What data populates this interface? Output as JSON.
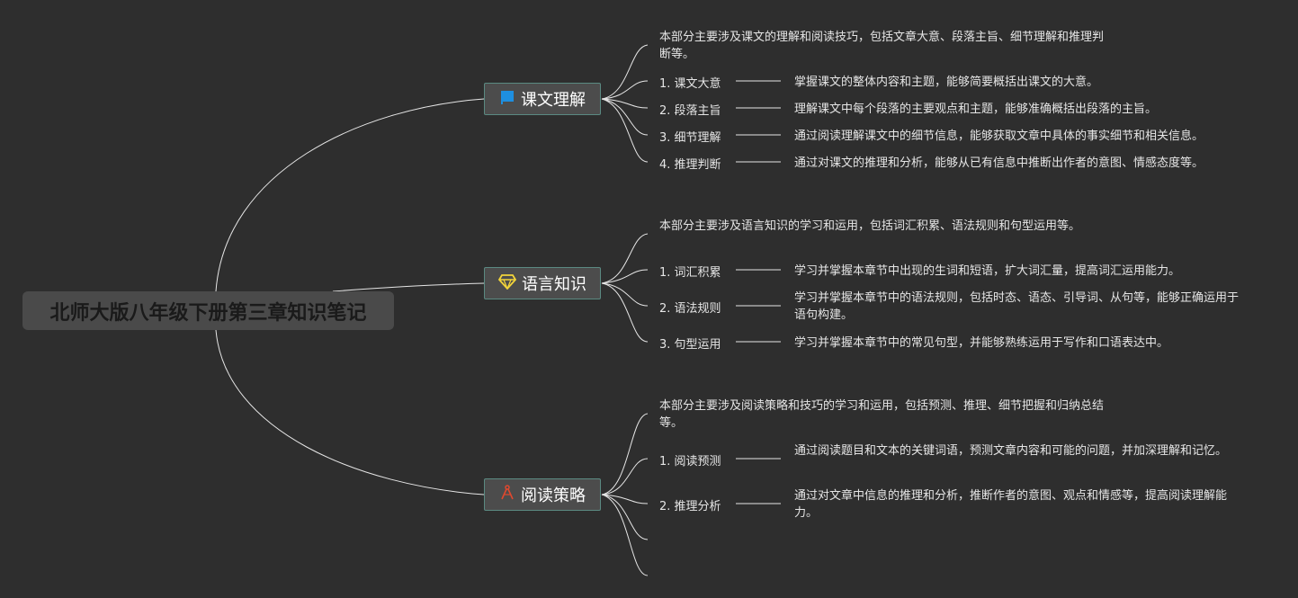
{
  "root": {
    "title": "北师大版八年级下册第三章知识笔记"
  },
  "branches": [
    {
      "label": "课文理解",
      "icon": "flag-icon",
      "icon_color": "#1e8fe0",
      "description": "本部分主要涉及课文的理解和阅读技巧，包括文章大意、段落主旨、细节理解和推理判断等。",
      "children": [
        {
          "label": "1. 课文大意",
          "note": "掌握课文的整体内容和主题，能够简要概括出课文的大意。"
        },
        {
          "label": "2. 段落主旨",
          "note": "理解课文中每个段落的主要观点和主题，能够准确概括出段落的主旨。"
        },
        {
          "label": "3. 细节理解",
          "note": "通过阅读理解课文中的细节信息，能够获取文章中具体的事实细节和相关信息。"
        },
        {
          "label": "4. 推理判断",
          "note": "通过对课文的推理和分析，能够从已有信息中推断出作者的意图、情感态度等。"
        }
      ]
    },
    {
      "label": "语言知识",
      "icon": "diamond-icon",
      "icon_color": "#f2d43a",
      "description": "本部分主要涉及语言知识的学习和运用，包括词汇积累、语法规则和句型运用等。",
      "children": [
        {
          "label": "1. 词汇积累",
          "note": "学习并掌握本章节中出现的生词和短语，扩大词汇量，提高词汇运用能力。"
        },
        {
          "label": "2. 语法规则",
          "note": "学习并掌握本章节中的语法规则，包括时态、语态、引导词、从句等，能够正确运用于语句构建。"
        },
        {
          "label": "3. 句型运用",
          "note": "学习并掌握本章节中的常见句型，并能够熟练运用于写作和口语表达中。"
        }
      ]
    },
    {
      "label": "阅读策略",
      "icon": "compass-icon",
      "icon_color": "#e0482e",
      "description": "本部分主要涉及阅读策略和技巧的学习和运用，包括预测、推理、细节把握和归纳总结等。",
      "children": [
        {
          "label": "1. 阅读预测",
          "note": "通过阅读题目和文本的关键词语，预测文章内容和可能的问题，并加深理解和记忆。"
        },
        {
          "label": "2. 推理分析",
          "note": "通过对文章中信息的推理和分析，推断作者的意图、观点和情感等，提高阅读理解能力。"
        }
      ]
    }
  ]
}
